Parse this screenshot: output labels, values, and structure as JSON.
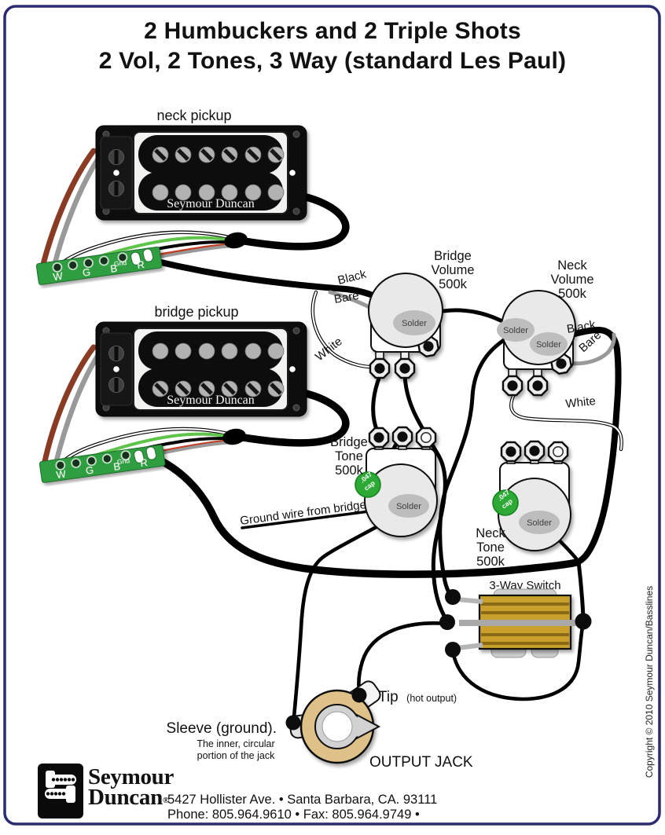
{
  "title": {
    "line1": "2 Humbuckers and 2 Triple Shots",
    "line2": "2 Vol, 2 Tones, 3 Way (standard Les Paul)"
  },
  "pickups": {
    "neck_label": "neck pickup",
    "bridge_label": "bridge pickup",
    "brand": "Seymour Duncan"
  },
  "pcb": {
    "pins": "W G B R",
    "gnd": "Gnd"
  },
  "wire_labels": {
    "black": "Black",
    "bare": "Bare",
    "white": "White"
  },
  "pots": {
    "bridge_volume": {
      "l1": "Bridge",
      "l2": "Volume",
      "l3": "500k"
    },
    "neck_volume": {
      "l1": "Neck",
      "l2": "Volume",
      "l3": "500k"
    },
    "bridge_tone": {
      "l1": "Bridge",
      "l2": "Tone",
      "l3": "500k"
    },
    "neck_tone": {
      "l1": "Neck",
      "l2": "Tone",
      "l3": "500k"
    }
  },
  "solder": "Solder",
  "cap": {
    "l1": ".047",
    "l2": "cap"
  },
  "ground_wire_label": "Ground wire from bridge",
  "switch_label": "3-Way Switch",
  "jack": {
    "tip": "Tip",
    "tip_sub": "(hot output)",
    "sleeve": "Sleeve (ground).",
    "sleeve_sub1": "The inner, circular",
    "sleeve_sub2": "portion of the jack",
    "title": "OUTPUT JACK"
  },
  "footer": {
    "brand1": "Seymour",
    "brand2": "Duncan",
    "reg": "®",
    "address": "5427 Hollister Ave.  •  Santa Barbara, CA. 93111",
    "phone": "Phone: 805.964.9610  •  Fax: 805.964.9749  •"
  },
  "copyright": "Copyright © 2010 Seymour Duncan/Basslines",
  "colors": {
    "border": "#2b2b72",
    "pcb_green": "#2f9e41",
    "cap_green": "#2daa35",
    "switch_gold": "#c8a02c",
    "jack_tan": "#dec189",
    "wire_brown": "#8a3b24",
    "wire_green": "#5ec44a",
    "wire_gray": "#999999",
    "pot_fill": "#e9e9e9",
    "solder_fill": "#bdbdbd"
  }
}
